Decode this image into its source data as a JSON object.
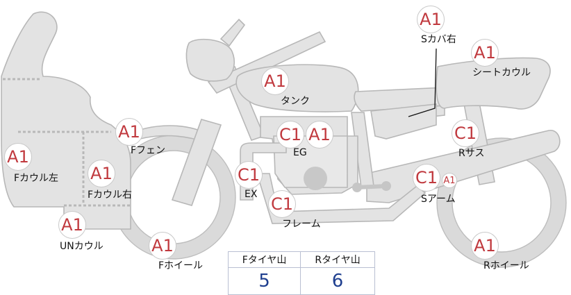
{
  "parts": [
    {
      "id": "s-cover-right",
      "grade": "A1",
      "label": "Sカバ右"
    },
    {
      "id": "seat-cowl",
      "grade": "A1",
      "label": "シートカウル"
    },
    {
      "id": "tank",
      "grade": "A1",
      "label": "タンク"
    },
    {
      "id": "f-fender",
      "grade": "A1",
      "label": "Fフェン"
    },
    {
      "id": "f-cowl-left",
      "grade": "A1",
      "label": "Fカウル左"
    },
    {
      "id": "f-cowl-right",
      "grade": "A1",
      "label": "Fカウル右"
    },
    {
      "id": "engine",
      "grades": [
        "C1",
        "A1"
      ],
      "label": "EG"
    },
    {
      "id": "exhaust",
      "grade": "C1",
      "label": "EX"
    },
    {
      "id": "frame",
      "grade": "C1",
      "label": "フレーム"
    },
    {
      "id": "r-suspension",
      "grade": "C1",
      "label": "Rサス"
    },
    {
      "id": "swing-arm",
      "grades": [
        "C1",
        "A1"
      ],
      "label": "Sアーム"
    },
    {
      "id": "under-cowl",
      "grade": "A1",
      "label": "UNカウル"
    },
    {
      "id": "f-wheel",
      "grade": "A1",
      "label": "Fホイール"
    },
    {
      "id": "r-wheel",
      "grade": "A1",
      "label": "Rホイール"
    }
  ],
  "tire_tread": {
    "headers": [
      "Fタイヤ山",
      "Rタイヤ山"
    ],
    "values": [
      "5",
      "6"
    ]
  },
  "colors": {
    "grade_text": "#c0393e",
    "tread_value": "#1f3f8f",
    "part_fill": "#e3e3e3",
    "part_stroke": "#b7b7b7"
  }
}
